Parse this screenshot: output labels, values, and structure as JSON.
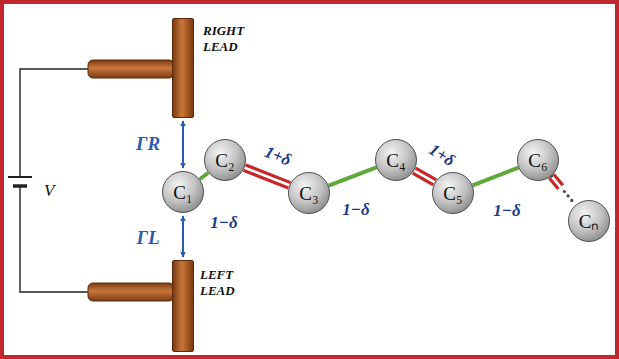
{
  "diagram": {
    "nodes": [
      {
        "text": [
          "RIGHT LEAD"
        ]
      },
      {
        "text": [
          "C₁"
        ]
      },
      {
        "text": [
          "C₂"
        ]
      },
      {
        "text": [
          "C₃"
        ]
      },
      {
        "text": [
          "C₄"
        ]
      },
      {
        "text": [
          "C₅"
        ]
      },
      {
        "text": [
          "C₆"
        ]
      },
      {
        "text": [
          "Cₙ"
        ]
      },
      {
        "text": [
          "LEFT LEAD"
        ]
      }
    ],
    "edges": [
      {
        "from": 0,
        "to": 1,
        "arrow": "both",
        "label": "ΓR"
      },
      {
        "from": 8,
        "to": 1,
        "arrow": "both",
        "label": "ΓL"
      },
      {
        "from": 1,
        "to": 2,
        "arrow": "none",
        "label": "1−δ"
      },
      {
        "from": 2,
        "to": 3,
        "arrow": "none",
        "label": "1+δ"
      },
      {
        "from": 3,
        "to": 4,
        "arrow": "none",
        "label": "1−δ"
      },
      {
        "from": 4,
        "to": 5,
        "arrow": "none",
        "label": "1+δ"
      },
      {
        "from": 5,
        "to": 6,
        "arrow": "none",
        "label": "1−δ"
      },
      {
        "from": 6,
        "to": 7,
        "arrow": "none"
      }
    ],
    "labels": [
      "V"
    ]
  }
}
